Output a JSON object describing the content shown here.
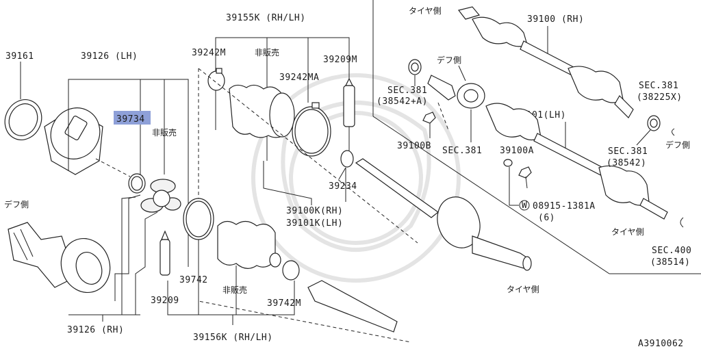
{
  "diagram": {
    "labels": {
      "p39161": "39161",
      "p39126lh": "39126 (LH)",
      "p39734": "39734",
      "hihanbai1": "非販売",
      "defu1": "デフ側",
      "p39126rh": "39126 (RH)",
      "p39155k": "39155K (RH/LH)",
      "p39242m": "39242M",
      "hihanbai2": "非販売",
      "p39242ma": "39242MA",
      "p39209m": "39209M",
      "p39234": "39234",
      "p39100k": "39100K(RH)",
      "p39101k": "39101K(LH)",
      "p39742": "39742",
      "hihanbai3": "非販売",
      "p39742m": "39742M",
      "p39209": "39209",
      "p39156k": "39156K (RH/LH)",
      "tire1": "タイヤ側",
      "p39100rh": "39100 (RH)",
      "defu2": "デフ側",
      "sec381a_1": "SEC.381",
      "sec381a_2": "(38542+A)",
      "p39100b": "39100B",
      "sec381b": "SEC.381",
      "p39101lh": "39101(LH)",
      "p39100a": "39100A",
      "bolt_circle": "W",
      "bolt_no": "08915-1381A",
      "bolt_qty": "(6)",
      "sec381c_1": "SEC.381",
      "sec381c_2": "(38225X)",
      "defu3": "デフ側",
      "sec381d_1": "SEC.381",
      "sec381d_2": "(38542)",
      "tire2": "タイヤ側",
      "sec400_1": "SEC.400",
      "sec400_2": "(38514)",
      "tire3": "タイヤ側",
      "figure_code": "A3910062"
    },
    "colors": {
      "highlight": "#8ea0d8",
      "ink": "#222222",
      "watermark": "#e4e4e4"
    }
  }
}
